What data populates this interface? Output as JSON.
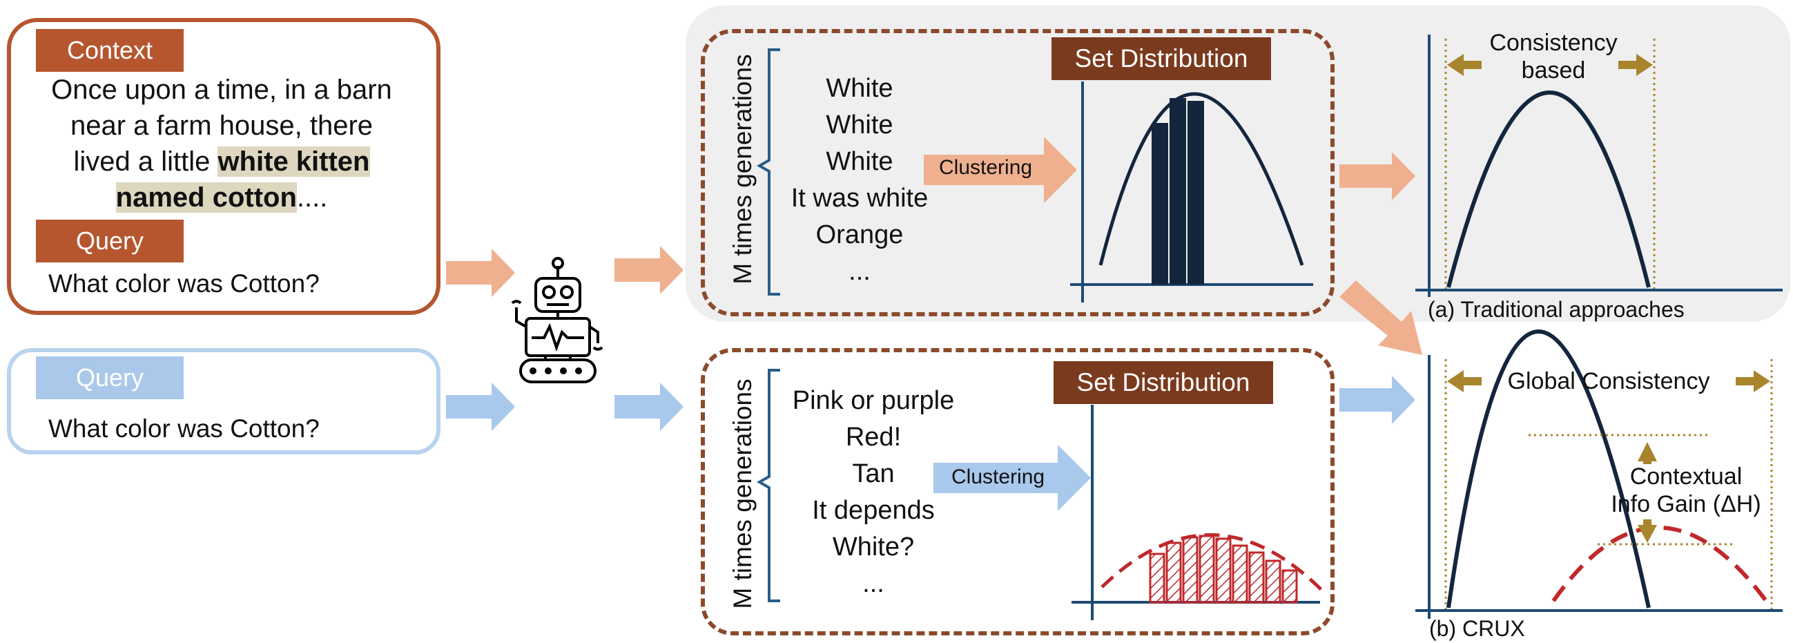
{
  "left_panel": {
    "context_tag": "Context",
    "context_lines": [
      "Once upon a time, in a barn",
      "near a farm house, there",
      "lived a little "
    ],
    "context_highlight_1": "white kitten",
    "context_highlight_2": "named cotton",
    "context_tail": "....",
    "query_tag_1": "Query",
    "query_text_1": "What color was Cotton?",
    "query_tag_2": "Query",
    "query_text_2": "What color was Cotton?"
  },
  "top_pipeline": {
    "axis_label": "M times generations",
    "generations": [
      "White",
      "White",
      "White",
      "It was white",
      "Orange",
      "..."
    ],
    "clustering_label": "Clustering",
    "set_distribution_label": "Set Distribution"
  },
  "bottom_pipeline": {
    "axis_label": "M times generations",
    "generations": [
      "Pink or purple",
      "Red!",
      "Tan",
      "It depends",
      "White?",
      "..."
    ],
    "clustering_label": "Clustering",
    "set_distribution_label": "Set Distribution"
  },
  "traditional": {
    "consistency_label_1": "Consistency",
    "consistency_label_2": "based",
    "caption": "(a) Traditional approaches"
  },
  "crux": {
    "global_label": "Global Consistency",
    "gain_label_1": "Contextual",
    "gain_label_2": "Info Gain (ΔH)",
    "caption": "(b) CRUX"
  },
  "colors": {
    "context_orange": "#b5562f",
    "query_blue": "#a9c8ea",
    "arrow_orange": "#efb08f",
    "arrow_blue": "#a8c8ec",
    "dark_navy": "#13263d",
    "hatch_red": "#c0282a",
    "gold": "#a8842c",
    "set_dist_brown": "#7a3a1e"
  },
  "icons": [
    "robot-icon"
  ]
}
